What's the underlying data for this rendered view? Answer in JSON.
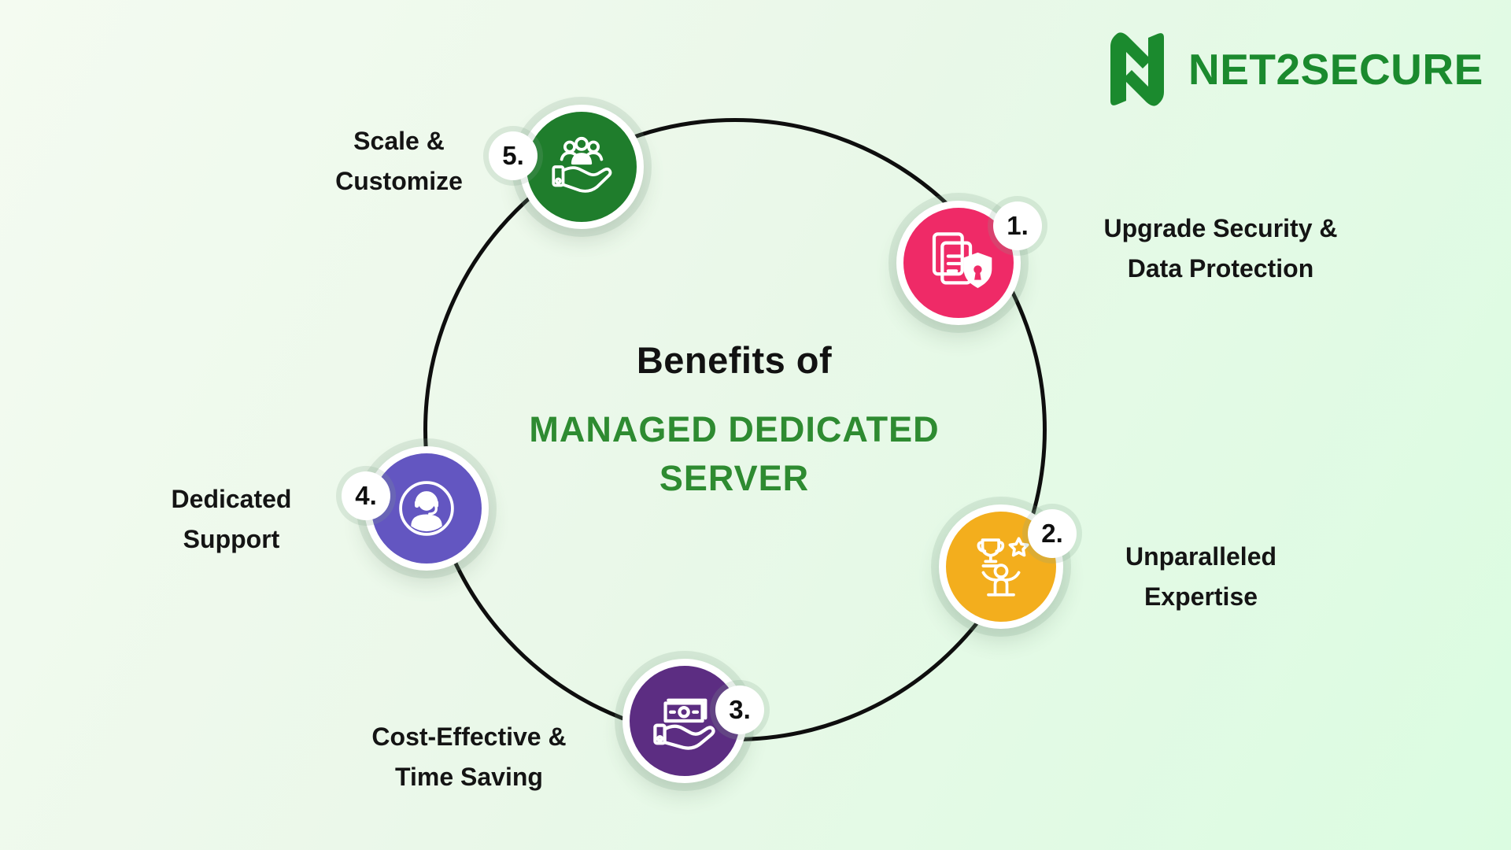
{
  "brand": {
    "name": "NET2SECURE",
    "logo_green": "#1b8a2e"
  },
  "center": {
    "title": "Benefits of",
    "subtitle_line1": "MANAGED DEDICATED",
    "subtitle_line2": "SERVER",
    "subtitle_color": "#2e8b31"
  },
  "colors": {
    "background_start": "#f4fbf1",
    "background_end": "#dbfce1",
    "ring": "#0e0e0e",
    "title_text": "#121212",
    "label_text": "#141414",
    "badge_background": "#ffffff"
  },
  "nodes": [
    {
      "number": "1.",
      "label_line1": "Upgrade Security &",
      "label_line2": "Data Protection",
      "color": "#ef2a67",
      "icon": "documents-shield-lock-icon"
    },
    {
      "number": "2.",
      "label_line1": "Unparalleled",
      "label_line2": "Expertise",
      "color": "#f3ae1d",
      "icon": "trophy-star-achiever-icon"
    },
    {
      "number": "3.",
      "label_line1": "Cost-Effective &",
      "label_line2": "Time Saving",
      "color": "#5c2d82",
      "icon": "money-in-hand-icon"
    },
    {
      "number": "4.",
      "label_line1": "Dedicated",
      "label_line2": "Support",
      "color": "#6356c1",
      "icon": "customer-support-headset-icon"
    },
    {
      "number": "5.",
      "label_line1": "Scale &",
      "label_line2": "Customize",
      "color": "#1f7d2c",
      "icon": "team-in-hand-icon"
    }
  ]
}
